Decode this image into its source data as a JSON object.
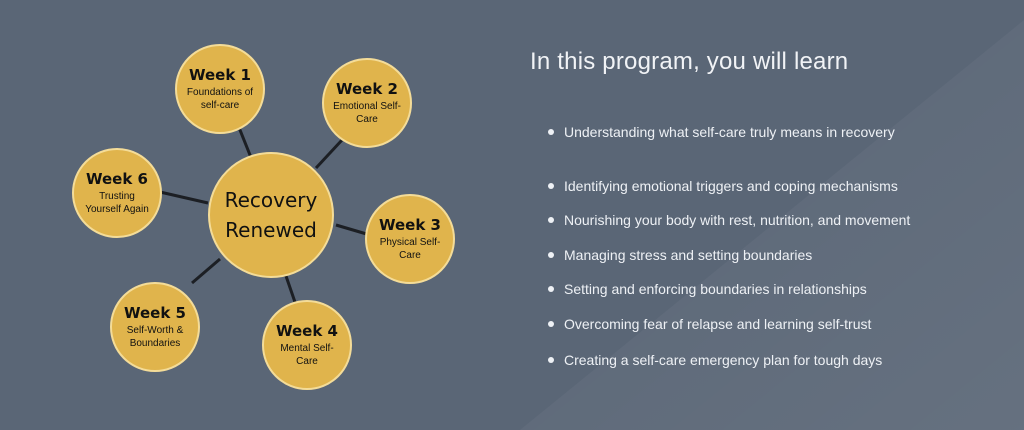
{
  "diagram": {
    "center": {
      "line1": "Recovery",
      "line2": "Renewed"
    },
    "weeks": [
      {
        "title": "Week 1",
        "subtitle": "Foundations of self-care"
      },
      {
        "title": "Week 2",
        "subtitle": "Emotional Self-Care"
      },
      {
        "title": "Week 3",
        "subtitle": "Physical Self-Care"
      },
      {
        "title": "Week 4",
        "subtitle": "Mental Self-Care"
      },
      {
        "title": "Week 5",
        "subtitle": "Self-Worth & Boundaries"
      },
      {
        "title": "Week 6",
        "subtitle": "Trusting Yourself Again"
      }
    ],
    "colors": {
      "node_fill": "#e0b44c",
      "node_border": "#f4dc98",
      "connector": "#1c1f24",
      "background": "#5a6676"
    }
  },
  "learn": {
    "heading": "In this program, you will learn",
    "items": [
      "Understanding what self-care truly means in recovery",
      "Identifying emotional triggers and coping mechanisms",
      "Nourishing your body with rest, nutrition, and movement",
      "Managing stress and setting boundaries",
      "Setting and enforcing boundaries in relationships",
      "Overcoming fear of relapse and learning self-trust",
      "Creating a self-care emergency plan for tough days"
    ]
  }
}
